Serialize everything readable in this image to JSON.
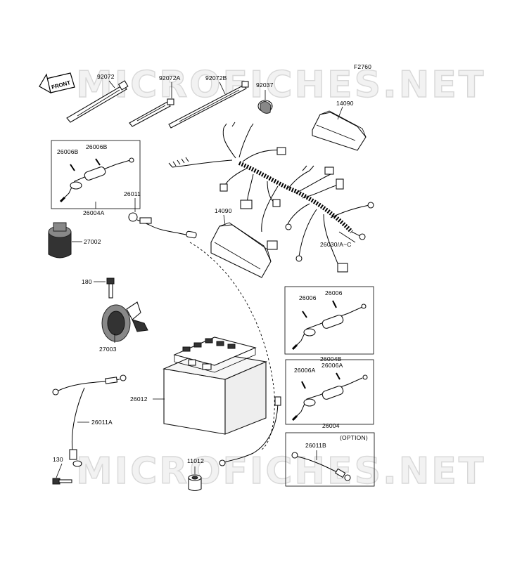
{
  "figure_code": "F2760",
  "watermark": "MICROFICHES.NET",
  "front_label": "FRONT",
  "option_label": "(OPTION)",
  "part_numbers": {
    "p92072": "92072",
    "p92072A": "92072A",
    "p92072B": "92072B",
    "p92037": "92037",
    "p14090_top": "14090",
    "p14090_mid": "14090",
    "p26006B_1": "26006B",
    "p26006B_2": "26006B",
    "p26004A": "26004A",
    "p26011": "26011",
    "p27002": "27002",
    "p26030": "26030/A~C",
    "p180": "180",
    "p27003": "27003",
    "p26006_1": "26006",
    "p26006_2": "26006",
    "p26004B": "26004B",
    "p26012": "26012",
    "p26006A_1": "26006A",
    "p26006A_2": "26006A",
    "p26004": "26004",
    "p26011A": "26011A",
    "p130": "130",
    "p11012": "11012",
    "p26011B": "26011B"
  }
}
